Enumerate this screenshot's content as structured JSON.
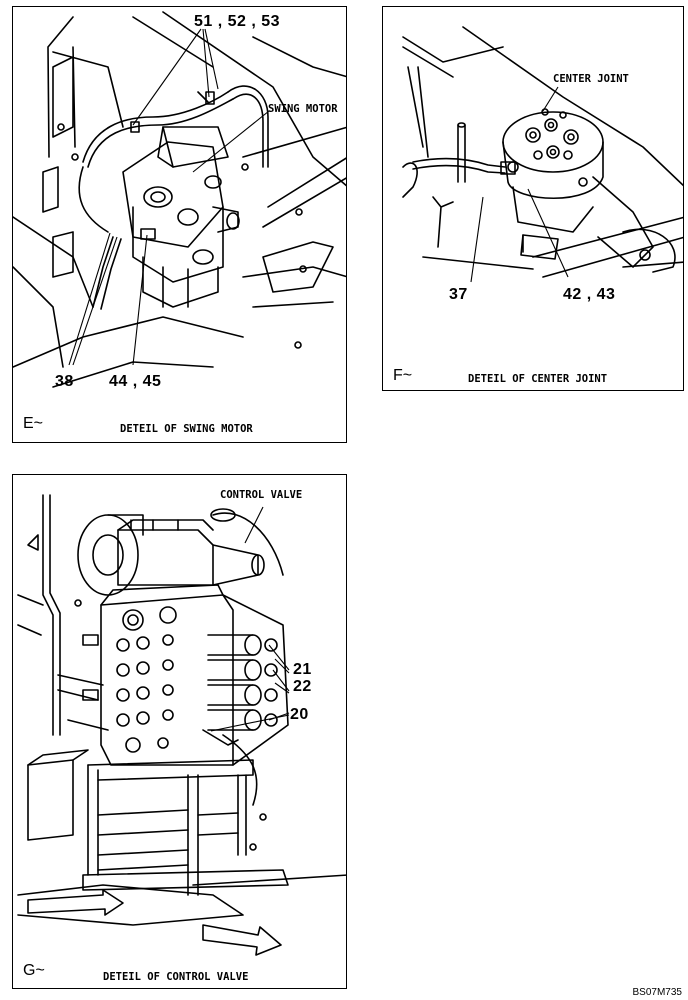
{
  "panel_e": {
    "view_letter": "E~",
    "caption": "DETEIL OF SWING MOTOR",
    "component_label": "SWING MOTOR",
    "callouts": [
      "51 , 52 , 53",
      "38",
      "44 , 45"
    ]
  },
  "panel_f": {
    "view_letter": "F~",
    "caption": "DETEIL OF CENTER JOINT",
    "component_label": "CENTER JOINT",
    "callouts": [
      "37",
      "42 , 43"
    ]
  },
  "panel_g": {
    "view_letter": "G~",
    "caption": "DETEIL OF CONTROL VALVE",
    "component_label": "CONTROL VALVE",
    "callouts": [
      "21",
      "22",
      "20"
    ]
  },
  "drawing_code": "BS07M735"
}
